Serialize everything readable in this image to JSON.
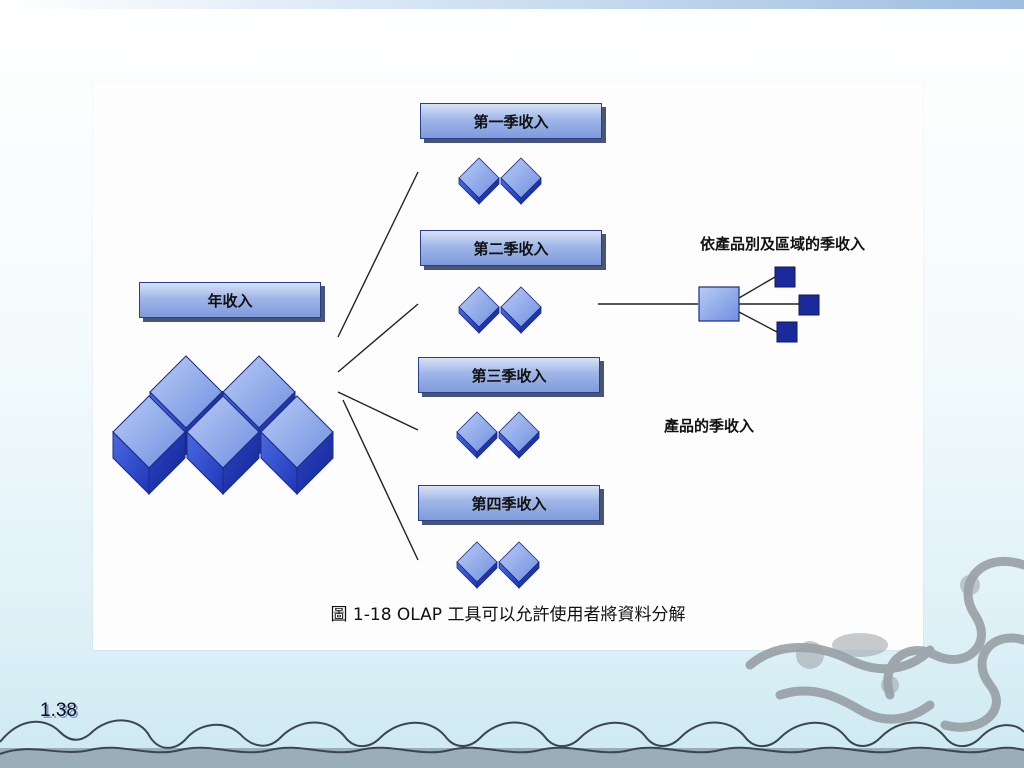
{
  "figure": {
    "annual_revenue_label": "年收入",
    "quarter_labels": [
      "第一季收入",
      "第二季收入",
      "第三季收入",
      "第四季收入"
    ],
    "regional_label": "依產品別及區域的季收入",
    "product_label": "產品的季收入",
    "caption": "圖 1-18 OLAP 工具可以允許使用者將資料分解"
  },
  "slide": {
    "page_number": "1.38"
  },
  "colors": {
    "cube_top": "#7f9fe8",
    "cube_left": "#2f4fd0",
    "cube_right": "#1d33a8",
    "small_square": "#1a2a9a",
    "line": "#222222"
  }
}
